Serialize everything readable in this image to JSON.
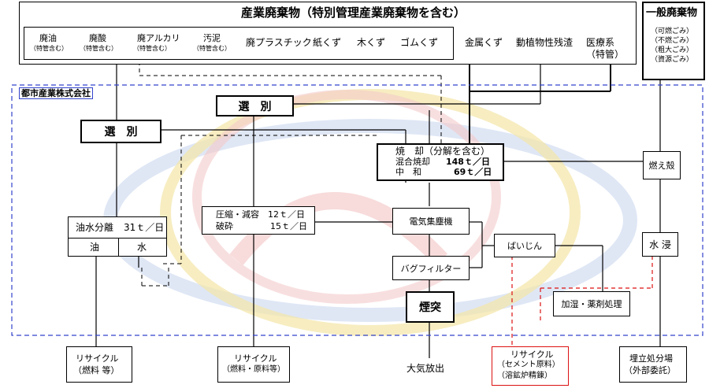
{
  "industrial": {
    "title": "産業廃棄物（特別管理産業廃棄物を含む）",
    "waste_oil": "廃油",
    "waste_oil_note": "（特管含む）",
    "waste_acid": "廃酸",
    "waste_acid_note": "（特管含む）",
    "waste_alkali": "廃アルカリ",
    "waste_alkali_note": "（特管含む）",
    "sludge": "汚泥",
    "sludge_note": "（特管含む）",
    "plastics": "廃プラスチック",
    "paper": "紙くず",
    "wood": "木くず",
    "rubber": "ゴムくず",
    "metal": "金属くず",
    "residue": "動植物性残渣",
    "medical": "医療系",
    "medical_note": "（特管）"
  },
  "general": {
    "title": "一般廃棄物",
    "items": [
      "（可燃ごみ）",
      "（不燃ごみ）",
      "（粗大ごみ）",
      "（資源ごみ）"
    ]
  },
  "company": {
    "name": "都市産業株式会社"
  },
  "process": {
    "sort_main": "選　別",
    "sort_sub": "選　別",
    "oil_sep_label": "油水分離",
    "oil_sep_cap": "31ｔ／日",
    "oil": "油",
    "water": "水",
    "compress_label": "圧縮・減容",
    "compress_cap": "12ｔ／日",
    "crush_label": "破砕",
    "crush_cap": "15ｔ／日",
    "incin_title": "焼　却（分解を含む）",
    "incin_mix_label": "混合焼却",
    "incin_mix_cap": "148ｔ／日",
    "neutral_label": "中　和",
    "neutral_cap": "69ｔ／日",
    "esp": "電気集塵機",
    "bag": "バグフィルター",
    "stack": "煙突",
    "ash": "燃え殻",
    "flyash": "ばいじん",
    "immerse": "水 浸",
    "humid": "加湿・薬剤処理"
  },
  "outputs": {
    "rec1_a": "リサイクル",
    "rec1_b": "（燃料 等）",
    "rec2_a": "リサイクル",
    "rec2_b": "（燃料・原料等）",
    "air": "大気放出",
    "rec3_a": "リサイクル",
    "rec3_b": "（セメント原料）",
    "rec3_c": "（溶鉱炉精錬）",
    "landfill_a": "埋立処分場",
    "landfill_b": "（外部委託）"
  }
}
